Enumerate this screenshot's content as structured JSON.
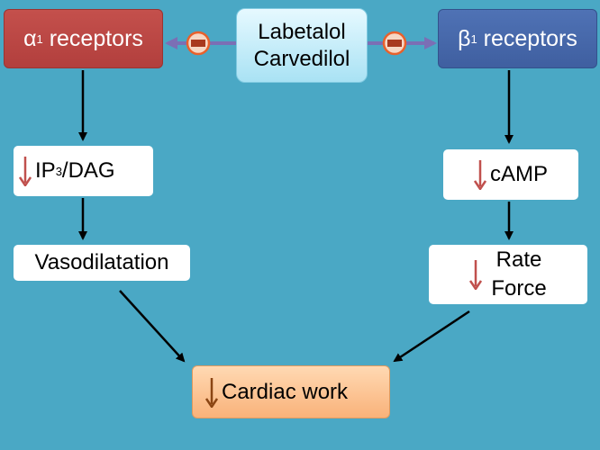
{
  "colors": {
    "background": "#4aa8c5",
    "alpha": "#b8433f",
    "beta": "#4466a8",
    "decrease_arrow": "#c0504d",
    "cardiac_arrow": "#8b4513",
    "inhibit_line": "#7b6fb5",
    "inhibit_symbol": "#e8612c"
  },
  "drugs": {
    "line1": "Labetalol",
    "line2": "Carvedilol"
  },
  "alpha_receptor": {
    "symbol": "α",
    "subscript": "1",
    "label": "receptors"
  },
  "beta_receptor": {
    "symbol": "β",
    "subscript": "1",
    "label": "receptors"
  },
  "alpha_pathway": {
    "second_messenger_prefix": "IP",
    "second_messenger_sub": "3",
    "second_messenger_suffix": "/DAG",
    "effect": "Vasodilatation"
  },
  "beta_pathway": {
    "second_messenger": "cAMP",
    "effect_line1": "Rate",
    "effect_line2": "Force"
  },
  "outcome": {
    "label": "Cardiac work"
  },
  "icons": [
    "inhibit-icon",
    "decrease-arrow-icon"
  ]
}
